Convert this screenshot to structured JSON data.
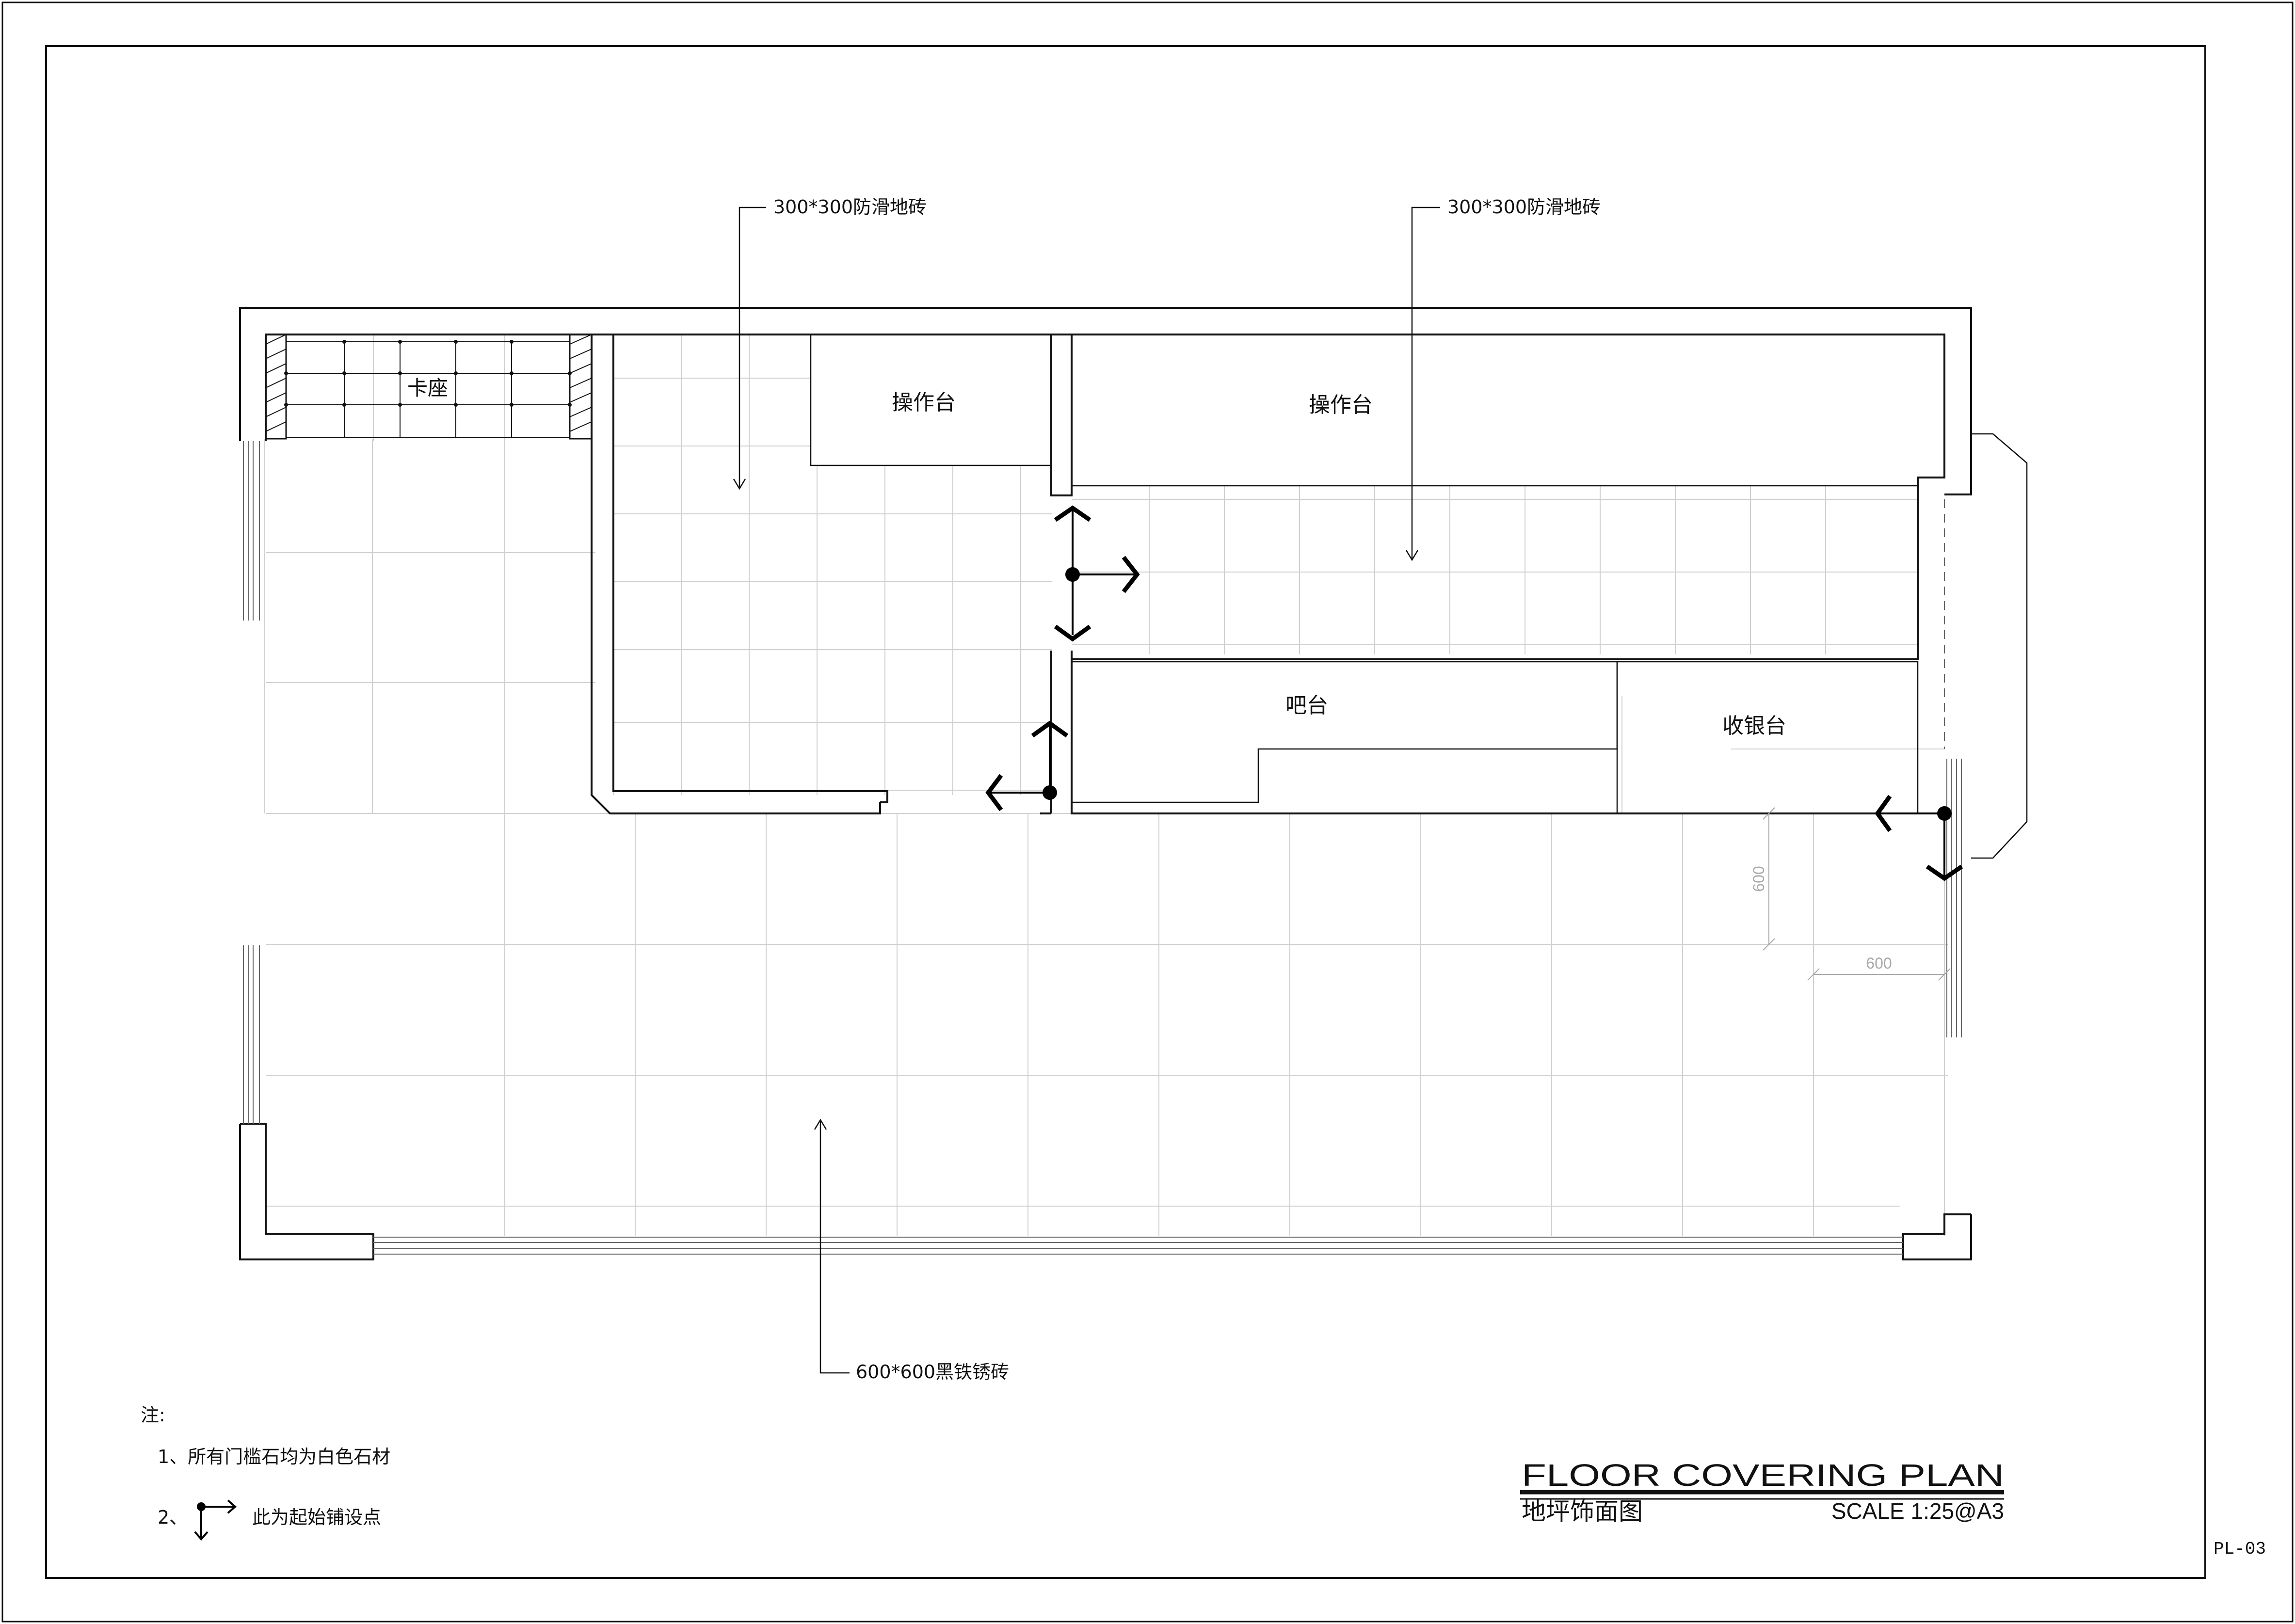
{
  "drawing": {
    "title_en": "FLOOR COVERING PLAN",
    "title_cn": "地坪饰面图",
    "scale": "SCALE  1:25@A3",
    "sheet_no": "PL-03"
  },
  "rooms": {
    "booth": "卡座",
    "workbench_left": "操作台",
    "workbench_right": "操作台",
    "bar": "吧台",
    "cashier": "收银台"
  },
  "callouts": {
    "tile_left": "300*300防滑地砖",
    "tile_right": "300*300防滑地砖",
    "tile_main": "600*600黑铁锈砖"
  },
  "dimensions": {
    "vertical": "600",
    "horizontal": "600"
  },
  "notes": {
    "heading": "注:",
    "item1": "1、所有门槛石均为白色石材",
    "item2_prefix": "2、",
    "item2_text": "此为起始铺设点"
  }
}
